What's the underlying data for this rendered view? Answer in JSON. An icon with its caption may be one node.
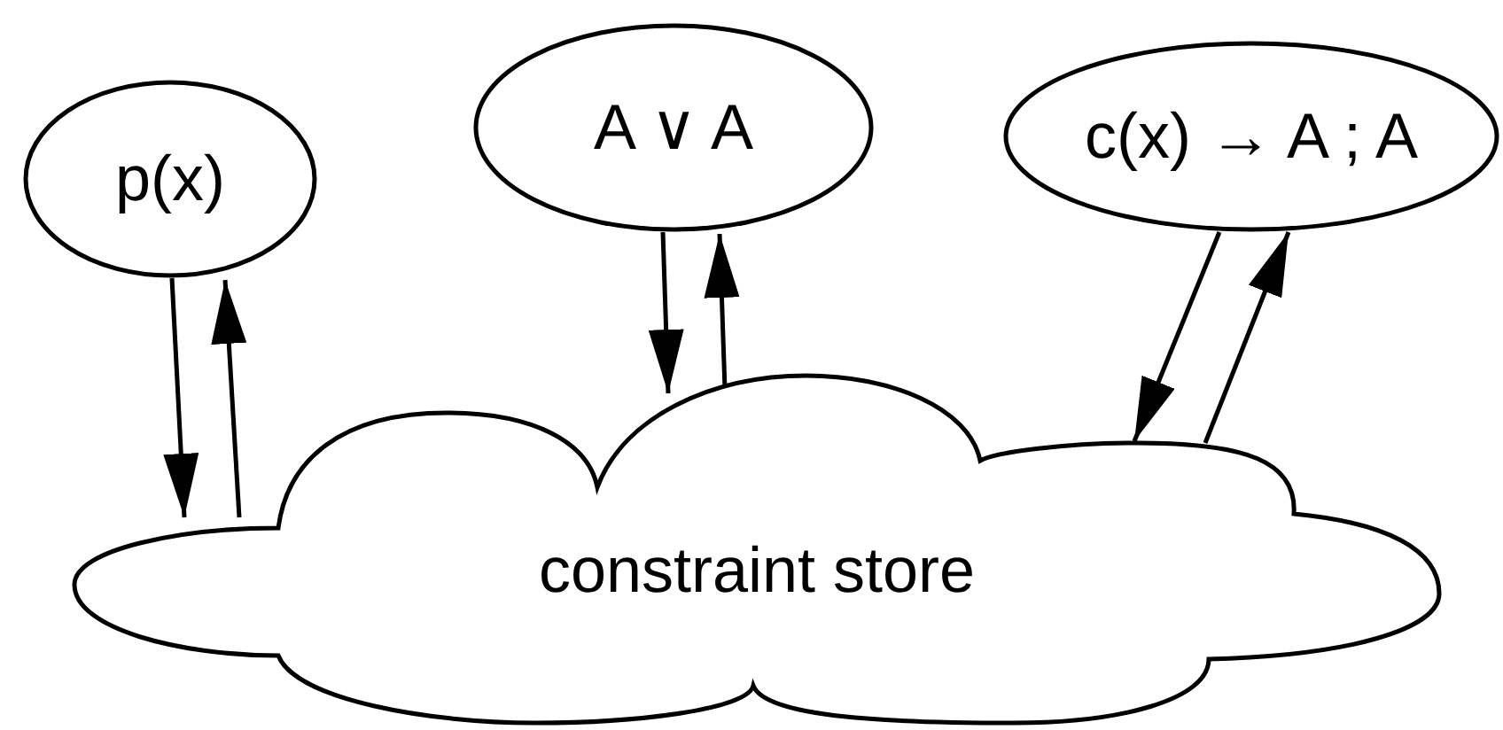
{
  "diagram": {
    "nodes": [
      {
        "text": [
          "p(x)"
        ]
      },
      {
        "text": [
          "A ∨ A"
        ]
      },
      {
        "text": [
          "c(x) → A ; A"
        ]
      },
      {
        "text": [
          "constraint store"
        ]
      }
    ],
    "edges": [
      {
        "from": 0,
        "to": 3,
        "arrow": "to"
      },
      {
        "from": 3,
        "to": 0,
        "arrow": "to"
      },
      {
        "from": 1,
        "to": 3,
        "arrow": "to"
      },
      {
        "from": 3,
        "to": 1,
        "arrow": "to"
      },
      {
        "from": 2,
        "to": 3,
        "arrow": "to"
      },
      {
        "from": 3,
        "to": 2,
        "arrow": "to"
      }
    ]
  }
}
